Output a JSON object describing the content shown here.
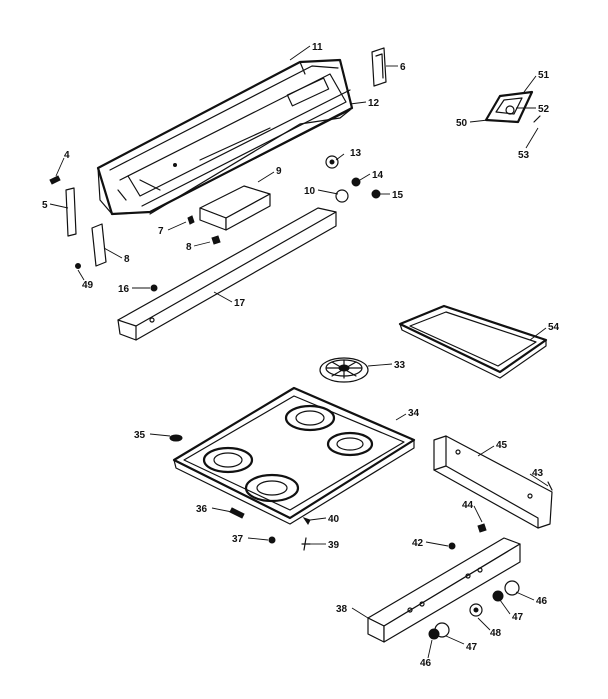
{
  "labels": {
    "l11": "11",
    "l6": "6",
    "l12": "12",
    "l51": "51",
    "l52": "52",
    "l50": "50",
    "l53": "53",
    "l4": "4",
    "l5": "5",
    "l9": "9",
    "l13": "13",
    "l14": "14",
    "l10": "10",
    "l15": "15",
    "l7": "7",
    "l8a": "8",
    "l8b": "8",
    "l49": "49",
    "l16": "16",
    "l17": "17",
    "l54": "54",
    "l33": "33",
    "l34": "34",
    "l35": "35",
    "l45": "45",
    "l43": "43",
    "l36": "36",
    "l40": "40",
    "l44": "44",
    "l37": "37",
    "l39": "39",
    "l42": "42",
    "l38": "38",
    "l46a": "46",
    "l47a": "47",
    "l48": "48",
    "l46b": "46",
    "l47b": "47"
  }
}
